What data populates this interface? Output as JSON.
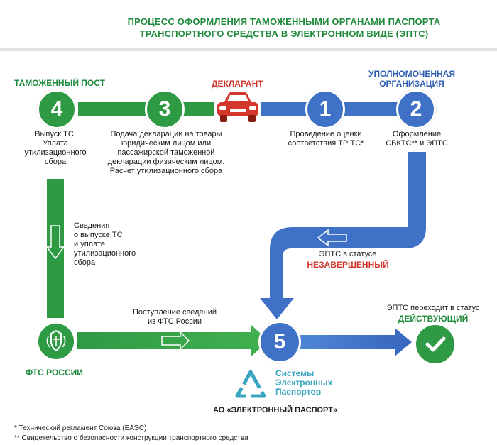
{
  "title": {
    "line1": "ПРОЦЕСС ОФОРМЛЕНИЯ ТАМОЖЕННЫМИ ОРГАНАМИ ПАСПОРТА",
    "line2": "ТРАНСПОРТНОГО СРЕДСТВА В ЭЛЕКТРОННОМ ВИДЕ (ЭПТС)"
  },
  "headers": {
    "customs_post": "ТАМОЖЕННЫЙ ПОСТ",
    "declarant": "ДЕКЛАРАНТ",
    "authorized_org_line1": "УПОЛНОМОЧЕННАЯ",
    "authorized_org_line2": "ОРГАНИЗАЦИЯ"
  },
  "steps": {
    "s4": {
      "num": "4",
      "lines": [
        "Выпуск ТС.",
        "Уплата",
        "утилизационного",
        "сбора"
      ]
    },
    "s3": {
      "num": "3",
      "lines": [
        "Подача декларации на товары",
        "юридическим лицом или",
        "пассажирской таможенной",
        "декларации физическим лицом.",
        "Расчет утилизационного сбора"
      ]
    },
    "s1": {
      "num": "1",
      "lines": [
        "Проведение оценки",
        "соответствия ТР ТС*"
      ]
    },
    "s2": {
      "num": "2",
      "lines": [
        "Оформление",
        "СБКТС** и ЭПТС"
      ]
    },
    "s5": {
      "num": "5"
    }
  },
  "annotations": {
    "fts_info": [
      "Сведения",
      "о выпуске ТС",
      "и уплате",
      "утилизационного",
      "сбора"
    ],
    "incoming": [
      "Поступление сведений",
      "из ФТС России"
    ],
    "eptc_status": "ЭПТС в статусе",
    "status_incomplete": "НЕЗАВЕРШЕННЫЙ",
    "eptc_transition": "ЭПТС переходит в статус",
    "status_active": "ДЕЙСТВУЮЩИЙ"
  },
  "fts_label": "ФТС РОССИИ",
  "systems_logo": [
    "Системы",
    "Электронных",
    "Паспортов"
  ],
  "operator": "АО «ЭЛЕКТРОННЫЙ ПАСПОРТ»",
  "footnotes": [
    "*  Технический регламент Союза (ЕАЭС)",
    "** Свидетельство о безопасности конструкции транспортного средства"
  ],
  "colors": {
    "green": "#2f9a44",
    "blue": "#3f72c6",
    "red": "#d3372b",
    "teal": "#3aa5c0"
  }
}
